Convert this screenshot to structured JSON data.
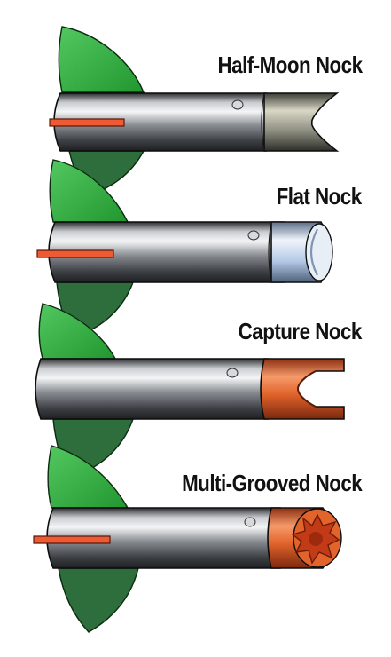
{
  "nocks": [
    {
      "label": "Half-Moon Nock",
      "nock_style": "half-moon",
      "nock_color": "#8d8e80"
    },
    {
      "label": "Flat Nock",
      "nock_style": "flat",
      "nock_color": "#b4c9e6"
    },
    {
      "label": "Capture Nock",
      "nock_style": "capture",
      "nock_color": "#e0622a"
    },
    {
      "label": "Multi-Grooved Nock",
      "nock_style": "multi-grooved",
      "nock_color": "#e3642b"
    }
  ],
  "colors": {
    "vane_light": "#2ea83a",
    "vane_dark": "#2d6e3c",
    "shaft": "#5a5d62",
    "cock_feather": "#ee5a34"
  }
}
